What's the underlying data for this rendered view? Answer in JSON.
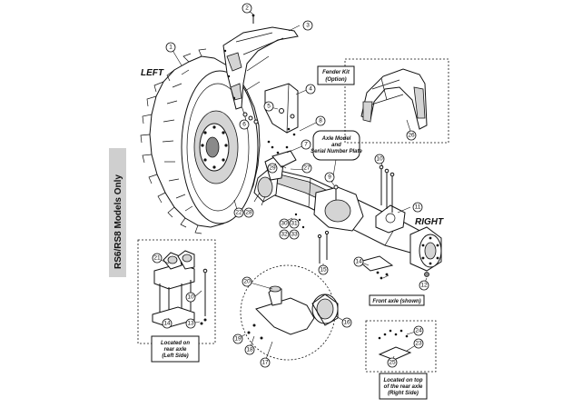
{
  "labels": {
    "left": "LEFT",
    "right": "RIGHT",
    "side_banner": "RS6/RS8 Models Only",
    "fender_kit": [
      "Fender Kit",
      "(Option)"
    ],
    "axle_model_plate": [
      "Axle Model",
      "and",
      "Serial Number Plate"
    ],
    "front_axle": "Front axle (shown)",
    "located_rear_left": [
      "Located on",
      "rear axle",
      "(Left Side)"
    ],
    "located_rear_right": [
      "Located on top",
      "of the rear axle",
      "(Right Side)"
    ]
  },
  "callouts": [
    {
      "id": "c1",
      "text": "1"
    },
    {
      "id": "c2",
      "text": "2"
    },
    {
      "id": "c3",
      "text": "3"
    },
    {
      "id": "c4",
      "text": "4"
    },
    {
      "id": "c5",
      "text": "5"
    },
    {
      "id": "c6",
      "text": "6"
    },
    {
      "id": "c7",
      "text": "7"
    },
    {
      "id": "c8",
      "text": "8"
    },
    {
      "id": "c9",
      "text": "9"
    },
    {
      "id": "c10a",
      "text": "10"
    },
    {
      "id": "c10b",
      "text": "10"
    },
    {
      "id": "c11",
      "text": "11"
    },
    {
      "id": "c12",
      "text": "12"
    },
    {
      "id": "c13",
      "text": "13"
    },
    {
      "id": "c14a",
      "text": "14"
    },
    {
      "id": "c14b",
      "text": "14"
    },
    {
      "id": "c15",
      "text": "15"
    },
    {
      "id": "c16",
      "text": "16"
    },
    {
      "id": "c17",
      "text": "17"
    },
    {
      "id": "c18",
      "text": "18"
    },
    {
      "id": "c19",
      "text": "19"
    },
    {
      "id": "c20",
      "text": "20"
    },
    {
      "id": "c21",
      "text": "21"
    },
    {
      "id": "c22",
      "text": "22"
    },
    {
      "id": "c23",
      "text": "23"
    },
    {
      "id": "c24",
      "text": "24"
    },
    {
      "id": "c25",
      "text": "25"
    },
    {
      "id": "c26",
      "text": "26"
    },
    {
      "id": "c27",
      "text": "27"
    },
    {
      "id": "c28",
      "text": "28"
    },
    {
      "id": "c29",
      "text": "29"
    },
    {
      "id": "c30",
      "text": "30"
    },
    {
      "id": "c31",
      "text": "31"
    },
    {
      "id": "c32",
      "text": "32"
    },
    {
      "id": "c33",
      "text": "33"
    }
  ]
}
